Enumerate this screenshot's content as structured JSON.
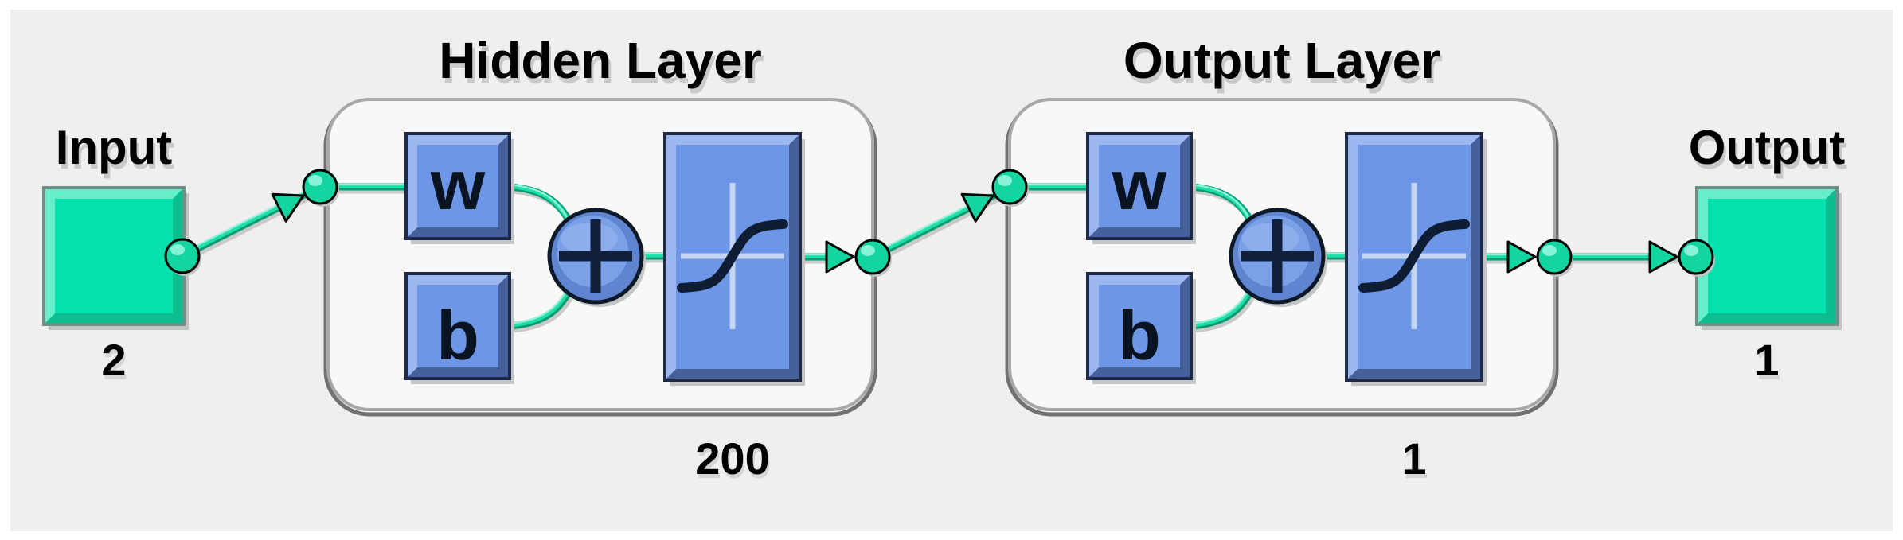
{
  "diagram": {
    "input": {
      "label": "Input",
      "size": "2"
    },
    "layers": [
      {
        "title": "Hidden Layer",
        "weight": "w",
        "bias": "b",
        "operator": "+",
        "size": "200"
      },
      {
        "title": "Output Layer",
        "weight": "w",
        "bias": "b",
        "operator": "+",
        "size": "1"
      }
    ],
    "output": {
      "label": "Output",
      "size": "1"
    },
    "colors": {
      "background": "#EFEFEF",
      "layer_box_fill": "#F8F8F7",
      "layer_box_border": "#A8A8A8",
      "green_fill": "#04E0AE",
      "green_light": "#66EEC8",
      "green_dark": "#0CBD90",
      "line_green": "#1EDFA7",
      "line_green_dark": "#0A9B74",
      "blue_fill": "#6D97E6",
      "blue_light": "#9DB7F0",
      "blue_dark": "#45619C",
      "blue_border": "#1E2A47",
      "icon_navy": "#0E1C34"
    }
  }
}
